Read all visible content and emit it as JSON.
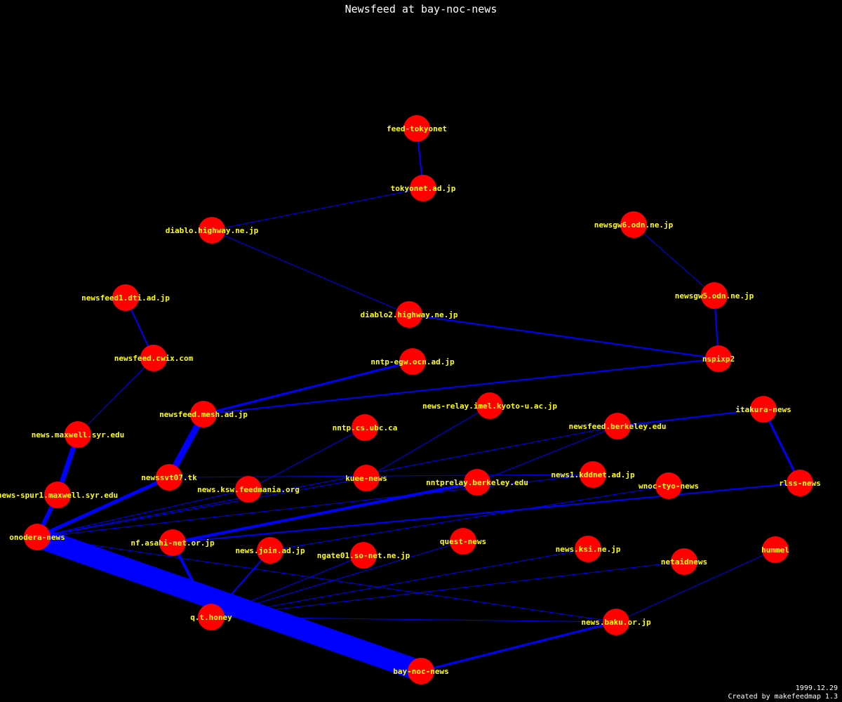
{
  "title": "Newsfeed at bay-noc-news",
  "footer": {
    "date": "1999.12.29",
    "credit": "Created by makefeedmap 1.3"
  },
  "colors": {
    "background": "#000000",
    "node": "#ff0000",
    "edge": "#0000ff",
    "label": "#ffff00",
    "text": "#ffffff"
  },
  "nodes": [
    {
      "id": "feed-tokyonet",
      "label": "feed-tokyonet"
    },
    {
      "id": "tokyonet.ad.jp",
      "label": "tokyonet.ad.jp"
    },
    {
      "id": "diablo.highway.ne.jp",
      "label": "diablo.highway.ne.jp"
    },
    {
      "id": "newsgw6.odn.ne.jp",
      "label": "newsgw6.odn.ne.jp"
    },
    {
      "id": "newsgw5.odn.ne.jp",
      "label": "newsgw5.odn.ne.jp"
    },
    {
      "id": "newsfeed1.dti.ad.jp",
      "label": "newsfeed1.dti.ad.jp"
    },
    {
      "id": "diablo2.highway.ne.jp",
      "label": "diablo2.highway.ne.jp"
    },
    {
      "id": "newsfeed.cwix.com",
      "label": "newsfeed.cwix.com"
    },
    {
      "id": "nntp-egw.ocn.ad.jp",
      "label": "nntp-egw.ocn.ad.jp"
    },
    {
      "id": "nspixp2",
      "label": "nspixp2"
    },
    {
      "id": "news-relay.imel.kyoto-u.ac.jp",
      "label": "news-relay.imel.kyoto-u.ac.jp"
    },
    {
      "id": "newsfeed.mesh.ad.jp",
      "label": "newsfeed.mesh.ad.jp"
    },
    {
      "id": "itakura-news",
      "label": "itakura-news"
    },
    {
      "id": "nntp.cs.ubc.ca",
      "label": "nntp.cs.ubc.ca"
    },
    {
      "id": "newsfeed.berkeley.edu",
      "label": "newsfeed.berkeley.edu"
    },
    {
      "id": "news.maxwell.syr.edu",
      "label": "news.maxwell.syr.edu"
    },
    {
      "id": "newssvt07.tk",
      "label": "newssvt07.tk"
    },
    {
      "id": "kuee-news",
      "label": "kuee-news"
    },
    {
      "id": "news1.kddnet.ad.jp",
      "label": "news1.kddnet.ad.jp"
    },
    {
      "id": "rlss-news",
      "label": "rlss-news"
    },
    {
      "id": "news.ksw.feedmania.org",
      "label": "news.ksw.feedmania.org"
    },
    {
      "id": "nntprelay.berkeley.edu",
      "label": "nntprelay.berkeley.edu"
    },
    {
      "id": "wnoc-tyo-news",
      "label": "wnoc-tyo-news"
    },
    {
      "id": "news-spur1.maxwell.syr.edu",
      "label": "news-spur1.maxwell.syr.edu"
    },
    {
      "id": "onodera-news",
      "label": "onodera-news"
    },
    {
      "id": "nf.asahi-net.or.jp",
      "label": "nf.asahi-net.or.jp"
    },
    {
      "id": "quest-news",
      "label": "quest-news"
    },
    {
      "id": "news.join.ad.jp",
      "label": "news.join.ad.jp"
    },
    {
      "id": "ngate01.so-net.ne.jp",
      "label": "ngate01.so-net.ne.jp"
    },
    {
      "id": "news.ksi.ne.jp",
      "label": "news.ksi.ne.jp"
    },
    {
      "id": "hummel",
      "label": "hummel"
    },
    {
      "id": "netaidnews",
      "label": "netaidnews"
    },
    {
      "id": "q.t.honey",
      "label": "q.t.honey"
    },
    {
      "id": "news.baku.or.jp",
      "label": "news.baku.or.jp"
    },
    {
      "id": "bay-noc-news",
      "label": "bay-noc-news"
    }
  ],
  "edges": [
    {
      "from": "feed-tokyonet",
      "to": "tokyonet.ad.jp",
      "weight": 2
    },
    {
      "from": "tokyonet.ad.jp",
      "to": "diablo.highway.ne.jp",
      "weight": 1
    },
    {
      "from": "diablo.highway.ne.jp",
      "to": "diablo2.highway.ne.jp",
      "weight": 1
    },
    {
      "from": "diablo2.highway.ne.jp",
      "to": "nspixp2",
      "weight": 2
    },
    {
      "from": "newsgw6.odn.ne.jp",
      "to": "newsgw5.odn.ne.jp",
      "weight": 1
    },
    {
      "from": "newsgw5.odn.ne.jp",
      "to": "nspixp2",
      "weight": 2
    },
    {
      "from": "nspixp2",
      "to": "newsfeed.mesh.ad.jp",
      "weight": 2
    },
    {
      "from": "nntp-egw.ocn.ad.jp",
      "to": "newsfeed.mesh.ad.jp",
      "weight": 3
    },
    {
      "from": "newsfeed1.dti.ad.jp",
      "to": "newsfeed.cwix.com",
      "weight": 2
    },
    {
      "from": "newsfeed.cwix.com",
      "to": "news.maxwell.syr.edu",
      "weight": 1
    },
    {
      "from": "news.maxwell.syr.edu",
      "to": "news-spur1.maxwell.syr.edu",
      "weight": 7
    },
    {
      "from": "news-spur1.maxwell.syr.edu",
      "to": "onodera-news",
      "weight": 6
    },
    {
      "from": "newsfeed.mesh.ad.jp",
      "to": "newssvt07.tk",
      "weight": 9
    },
    {
      "from": "newssvt07.tk",
      "to": "onodera-news",
      "weight": 5
    },
    {
      "from": "newssvt07.tk",
      "to": "news1.kddnet.ad.jp",
      "weight": 1
    },
    {
      "from": "news-relay.imel.kyoto-u.ac.jp",
      "to": "kuee-news",
      "weight": 1
    },
    {
      "from": "nntp.cs.ubc.ca",
      "to": "news.ksw.feedmania.org",
      "weight": 1
    },
    {
      "from": "itakura-news",
      "to": "newsfeed.berkeley.edu",
      "weight": 2
    },
    {
      "from": "itakura-news",
      "to": "rlss-news",
      "weight": 3
    },
    {
      "from": "newsfeed.berkeley.edu",
      "to": "onodera-news",
      "weight": 1
    },
    {
      "from": "newsfeed.berkeley.edu",
      "to": "nntprelay.berkeley.edu",
      "weight": 1
    },
    {
      "from": "kuee-news",
      "to": "onodera-news",
      "weight": 1
    },
    {
      "from": "news1.kddnet.ad.jp",
      "to": "onodera-news",
      "weight": 1
    },
    {
      "from": "news.ksw.feedmania.org",
      "to": "onodera-news",
      "weight": 1
    },
    {
      "from": "nntprelay.berkeley.edu",
      "to": "nf.asahi-net.or.jp",
      "weight": 4
    },
    {
      "from": "wnoc-tyo-news",
      "to": "news.join.ad.jp",
      "weight": 1
    },
    {
      "from": "rlss-news",
      "to": "nf.asahi-net.or.jp",
      "weight": 2
    },
    {
      "from": "onodera-news",
      "to": "bay-noc-news",
      "weight": 30
    },
    {
      "from": "onodera-news",
      "to": "news.baku.or.jp",
      "weight": 1
    },
    {
      "from": "nf.asahi-net.or.jp",
      "to": "q.t.honey",
      "weight": 4
    },
    {
      "from": "news.join.ad.jp",
      "to": "q.t.honey",
      "weight": 2
    },
    {
      "from": "ngate01.so-net.ne.jp",
      "to": "q.t.honey",
      "weight": 1
    },
    {
      "from": "quest-news",
      "to": "q.t.honey",
      "weight": 1
    },
    {
      "from": "news.ksi.ne.jp",
      "to": "q.t.honey",
      "weight": 1
    },
    {
      "from": "netaidnews",
      "to": "q.t.honey",
      "weight": 1
    },
    {
      "from": "hummel",
      "to": "news.baku.or.jp",
      "weight": 1
    },
    {
      "from": "q.t.honey",
      "to": "news.baku.or.jp",
      "weight": 1
    },
    {
      "from": "news.baku.or.jp",
      "to": "bay-noc-news",
      "weight": 3
    }
  ]
}
